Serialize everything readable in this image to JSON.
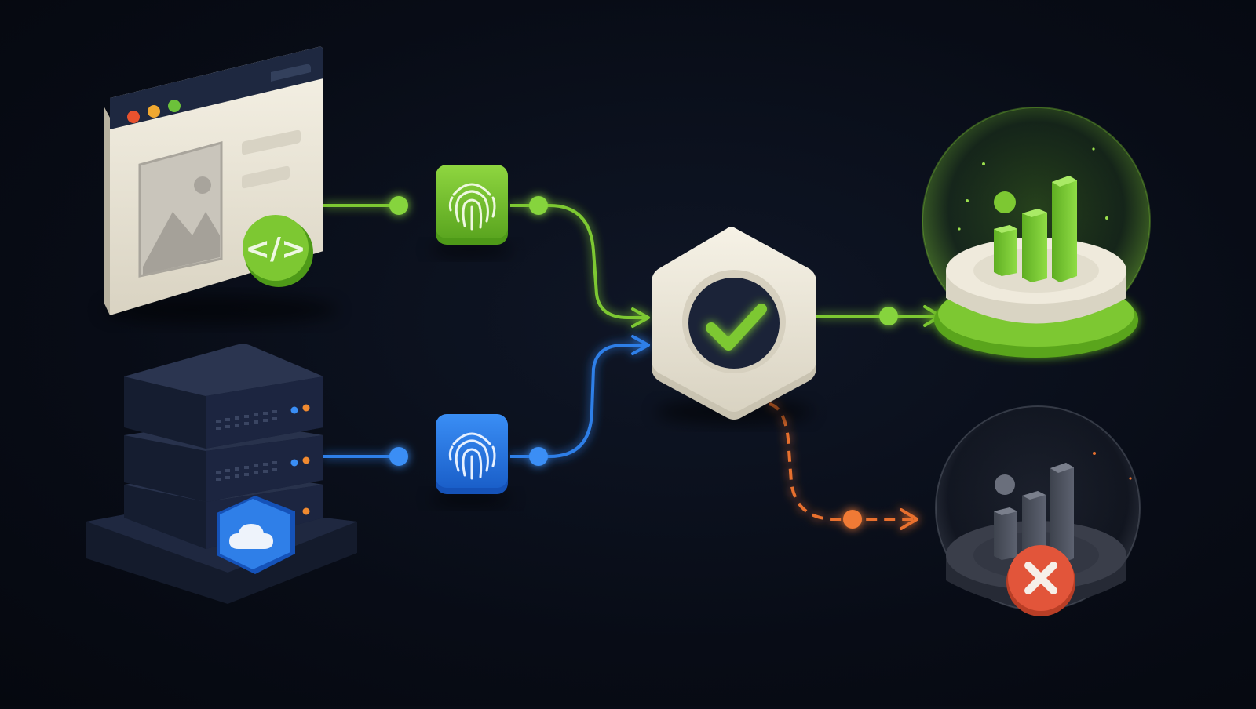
{
  "diagram": {
    "title": "",
    "nodes": [
      {
        "id": "web-client",
        "icon": "browser-window-icon",
        "badge_icon": "code-brackets-icon",
        "badge_glyph": "</>"
      },
      {
        "id": "server-stack",
        "icon": "server-stack-icon",
        "badge_icon": "cloud-shield-icon"
      },
      {
        "id": "auth-green",
        "icon": "fingerprint-icon"
      },
      {
        "id": "auth-blue",
        "icon": "fingerprint-icon"
      },
      {
        "id": "verifier",
        "icon": "checkmark-hexagon-icon"
      },
      {
        "id": "success-analytics",
        "icon": "bar-chart-icon",
        "state": "success"
      },
      {
        "id": "failed-analytics",
        "icon": "bar-chart-icon",
        "badge_icon": "x-circle-icon",
        "state": "failure"
      }
    ],
    "edges": [
      {
        "from": "web-client",
        "to": "verifier",
        "via": "auth-green",
        "style": "solid",
        "color": "green"
      },
      {
        "from": "server-stack",
        "to": "verifier",
        "via": "auth-blue",
        "style": "solid",
        "color": "blue"
      },
      {
        "from": "verifier",
        "to": "success-analytics",
        "style": "solid",
        "color": "green"
      },
      {
        "from": "verifier",
        "to": "failed-analytics",
        "style": "dashed",
        "color": "orange"
      }
    ]
  },
  "colors": {
    "background": "#080c16",
    "green": "#7dc832",
    "green_dark": "#4e9a18",
    "blue": "#2f7fe8",
    "blue_dark": "#1552b8",
    "orange": "#e8702e",
    "cream": "#efeadc",
    "navy": "#1b2338",
    "red_x": "#e2553a"
  }
}
